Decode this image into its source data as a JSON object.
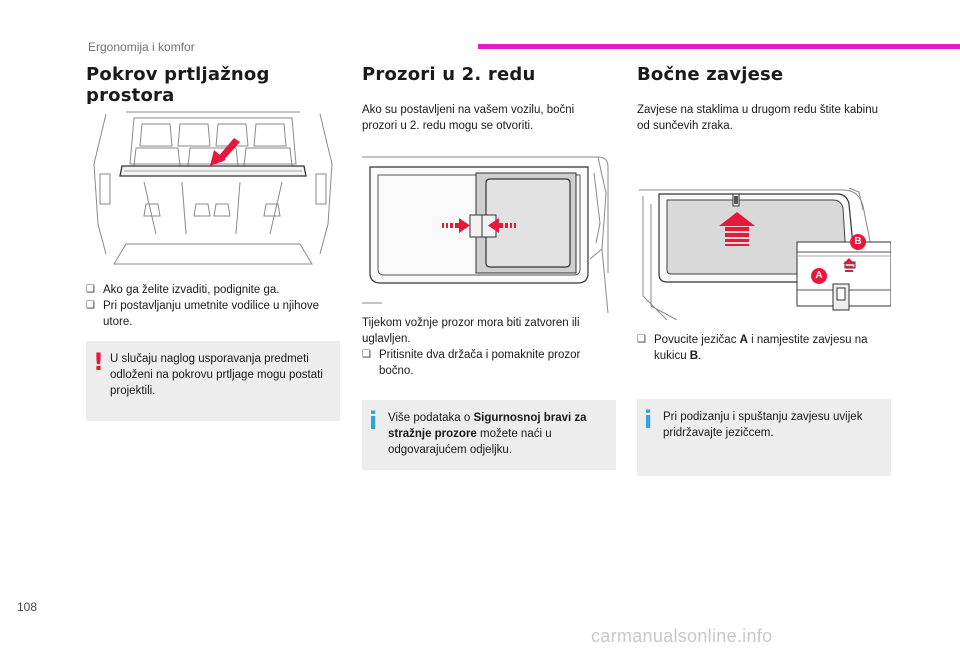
{
  "header": {
    "section": "Ergonomija i komfor",
    "accent_color": "#e21cc8"
  },
  "page_number": "108",
  "watermark": "carmanualsonline.info",
  "columns": [
    {
      "title": "Pokrov prtljažnog prostora",
      "illustration_icon": "luggage-cover-illustration",
      "bullets": [
        "Ako ga želite izvaditi, podignite ga.",
        "Pri postavljanju umetnite vodilice u njihove utore."
      ],
      "warning": "U slučaju naglog usporavanja predmeti odloženi na pokrovu prtljage mogu postati projektili."
    },
    {
      "title": "Prozori u 2. redu",
      "intro": "Ako su postavljeni na vašem vozilu, bočni prozori u 2. redu mogu se otvoriti.",
      "illustration_icon": "sliding-window-illustration",
      "body": "Tijekom vožnje prozor mora biti zatvoren ili uglavljen.",
      "bullets": [
        "Pritisnite dva držača i pomaknite prozor bočno."
      ],
      "info": {
        "prefix": "Više podataka o ",
        "bold": "Sigurnosnoj bravi za stražnje prozore",
        "suffix": " možete naći u odgovarajućem odjeljku."
      }
    },
    {
      "title": "Bočne zavjese",
      "intro": "Zavjese na staklima u drugom redu štite kabinu od sunčevih zraka.",
      "illustration_icon": "side-blind-illustration",
      "callout_a": "A",
      "callout_b": "B",
      "bullet": {
        "before": "Povucite jezičac ",
        "a": "A",
        "middle": " i namjestite zavjesu na kukicu ",
        "b": "B",
        "after": "."
      },
      "info": "Pri podizanju i spuštanju zavjesu uvijek pridržavajte jezičcem."
    }
  ],
  "icons": {
    "bullet": "square-bullet-icon",
    "warning": "exclamation-icon",
    "info": "info-icon"
  },
  "colors": {
    "warning": "#e8183c",
    "info": "#2ea3dc",
    "arrow": "#e8183c",
    "callout": "#e8183c"
  }
}
